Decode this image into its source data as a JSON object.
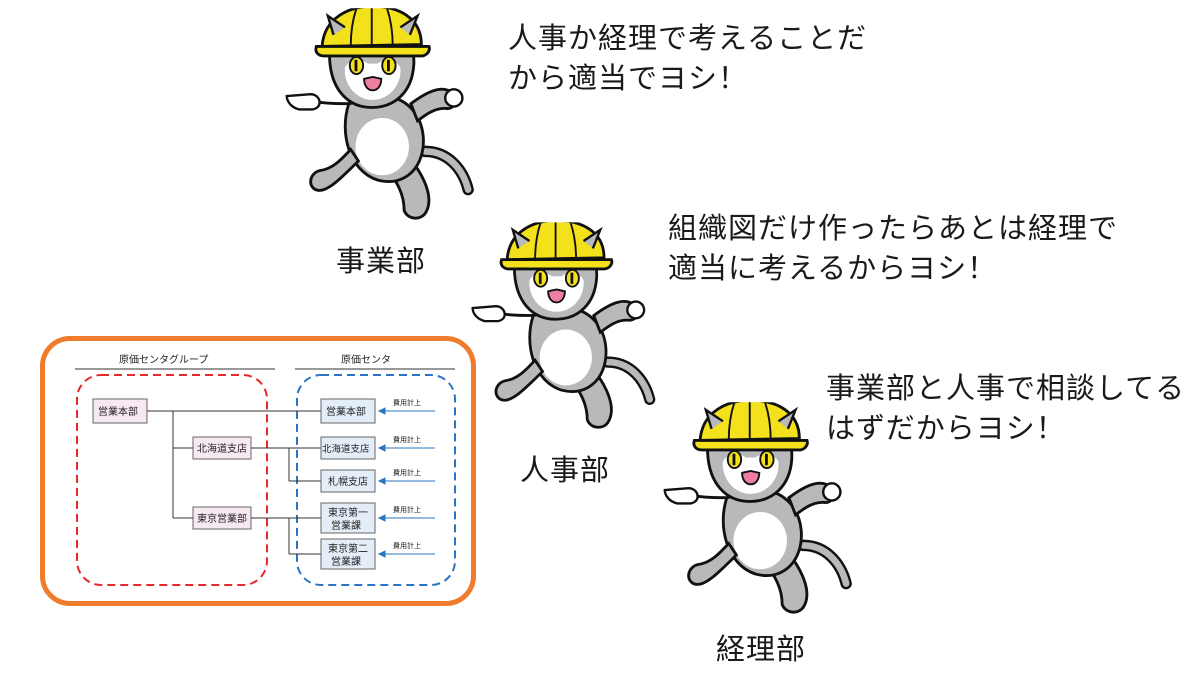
{
  "speeches": {
    "jigyobu": [
      "人事か経理で考えることだ",
      "から適当でヨシ！"
    ],
    "jinjibu": [
      "組織図だけ作ったらあとは経理で",
      "適当に考えるからヨシ！"
    ],
    "keiribu": [
      "事業部と人事で相談してる",
      "はずだからヨシ！"
    ]
  },
  "departments": {
    "jigyobu": "事業部",
    "jinjibu": "人事部",
    "keiribu": "経理部"
  },
  "org_chart": {
    "group_header": "原価センタグループ",
    "center_header": "原価センタ",
    "group_nodes": {
      "sales_hq": "営業本部",
      "hokkaido": "北海道支店",
      "tokyo": "東京営業部"
    },
    "center_nodes": {
      "sales_hq": "営業本部",
      "hokkaido": "北海道支店",
      "sapporo": "札幌支店",
      "tokyo1": [
        "東京第一",
        "営業課"
      ],
      "tokyo2": [
        "東京第二",
        "営業課"
      ]
    },
    "cost_label": "費用計上"
  },
  "colors": {
    "frame": "#ef7c2c",
    "group_dash": "#e8282a",
    "center_dash": "#2a74c4",
    "helmet": "#f3e11b",
    "cat_gray": "#b8b9bb"
  }
}
